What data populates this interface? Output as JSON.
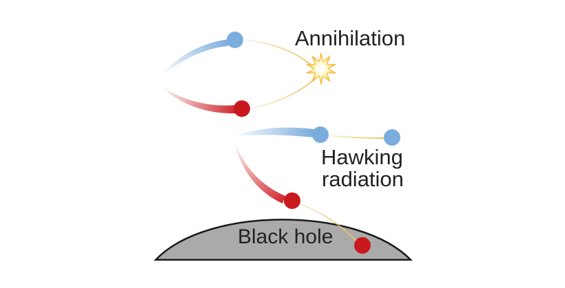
{
  "labels": {
    "annihilation": "Annihilation",
    "hawking_line1": "Hawking",
    "hawking_line2": "radiation",
    "black_hole": "Black hole"
  },
  "colors": {
    "particle_blue": "#7aaddc",
    "particle_red": "#c9181e",
    "trail_blue": "#7aaddc",
    "trail_red": "#cf2a30",
    "path_gold": "#e9c46a",
    "black_hole_fill": "#aaaaaa",
    "black_hole_stroke": "#1a1a1a",
    "flash_core": "#fff7c8",
    "flash_edge": "#f2b52a"
  },
  "icons": {
    "annihilation_flash": "starburst-icon"
  }
}
